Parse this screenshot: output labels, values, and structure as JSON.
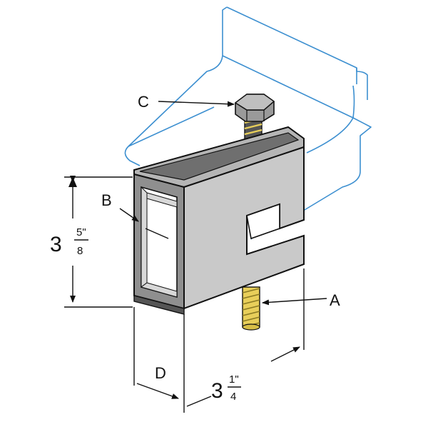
{
  "labels": {
    "a": "A",
    "b": "B",
    "c": "C",
    "d": "D"
  },
  "dimensions": {
    "height": {
      "whole": "3",
      "numerator": "5\"",
      "denominator": "8"
    },
    "width": {
      "whole": "3",
      "numerator": "1\"",
      "denominator": "4"
    }
  },
  "colors": {
    "beam_outline": "#3c8fd0",
    "clamp_body": "#c9c9c9",
    "clamp_dark": "#8f8f8f",
    "thread": "#e8cf5a",
    "dimension_lines": "#111111"
  }
}
